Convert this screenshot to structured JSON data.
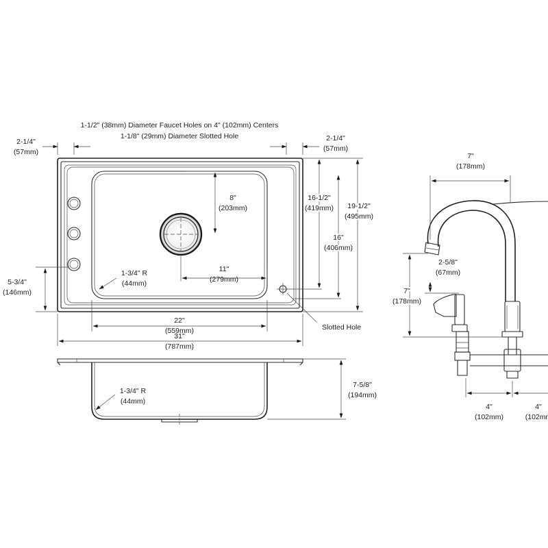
{
  "notes": {
    "faucet_holes": "1-1/2\" (38mm) Diameter Faucet Holes on 4\" (102mm) Centers",
    "slotted_hole": "1-1/8\" (29mm) Diameter Slotted Hole",
    "slotted_hole_callout": "Slotted Hole"
  },
  "sink_top": {
    "left_ledge": {
      "in": "2-1/4\"",
      "mm": "(57mm)"
    },
    "right_ledge": {
      "in": "2-1/4\"",
      "mm": "(57mm)"
    },
    "drain_from_back": {
      "in": "8\"",
      "mm": "(203mm)"
    },
    "bowl_front_back": {
      "in": "16-1/2\"",
      "mm": "(419mm)"
    },
    "overall_front_back": {
      "in": "19-1/2\"",
      "mm": "(495mm)"
    },
    "bowl_depth_inner": {
      "in": "16\"",
      "mm": "(406mm)"
    },
    "corner_radius": {
      "in": "1-3/4\" R",
      "mm": "(44mm)"
    },
    "drain_to_right": {
      "in": "11\"",
      "mm": "(279mm)"
    },
    "hole_height": {
      "in": "5-3/4\"",
      "mm": "(146mm)"
    },
    "bowl_width": {
      "in": "22\"",
      "mm": "(559mm)"
    },
    "overall_width": {
      "in": "31\"",
      "mm": "(787mm)"
    }
  },
  "sink_side": {
    "corner_radius": {
      "in": "1-3/4\" R",
      "mm": "(44mm)"
    },
    "depth": {
      "in": "7-5/8\"",
      "mm": "(194mm)"
    }
  },
  "faucet": {
    "spout_reach": {
      "in": "7\"",
      "mm": "(178mm)"
    },
    "handle_height": {
      "in": "2-5/8\"",
      "mm": "(67mm)"
    },
    "spout_height": {
      "in": "7\"",
      "mm": "(178mm)"
    },
    "center_left": {
      "in": "4\"",
      "mm": "(102mm)"
    },
    "center_right": {
      "in": "4\"",
      "mm": "(102mm"
    }
  }
}
